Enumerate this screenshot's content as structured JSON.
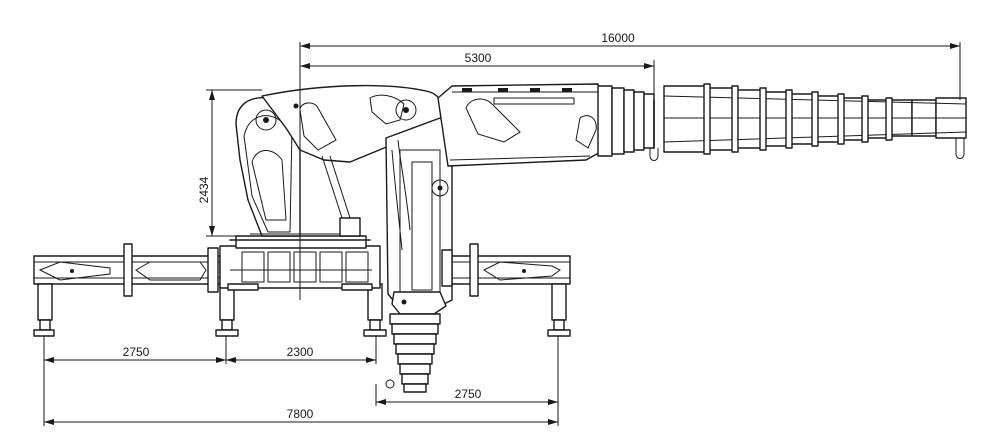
{
  "dimensions": {
    "total_boom_reach": "16000",
    "inner_boom_reach": "5300",
    "column_height": "2434",
    "outrigger_left_span": "2750",
    "outrigger_mid_span": "2300",
    "outrigger_right_span": "2750",
    "overall_width": "7800"
  },
  "colors": {
    "line": "#1a1a1a",
    "background": "#ffffff"
  }
}
